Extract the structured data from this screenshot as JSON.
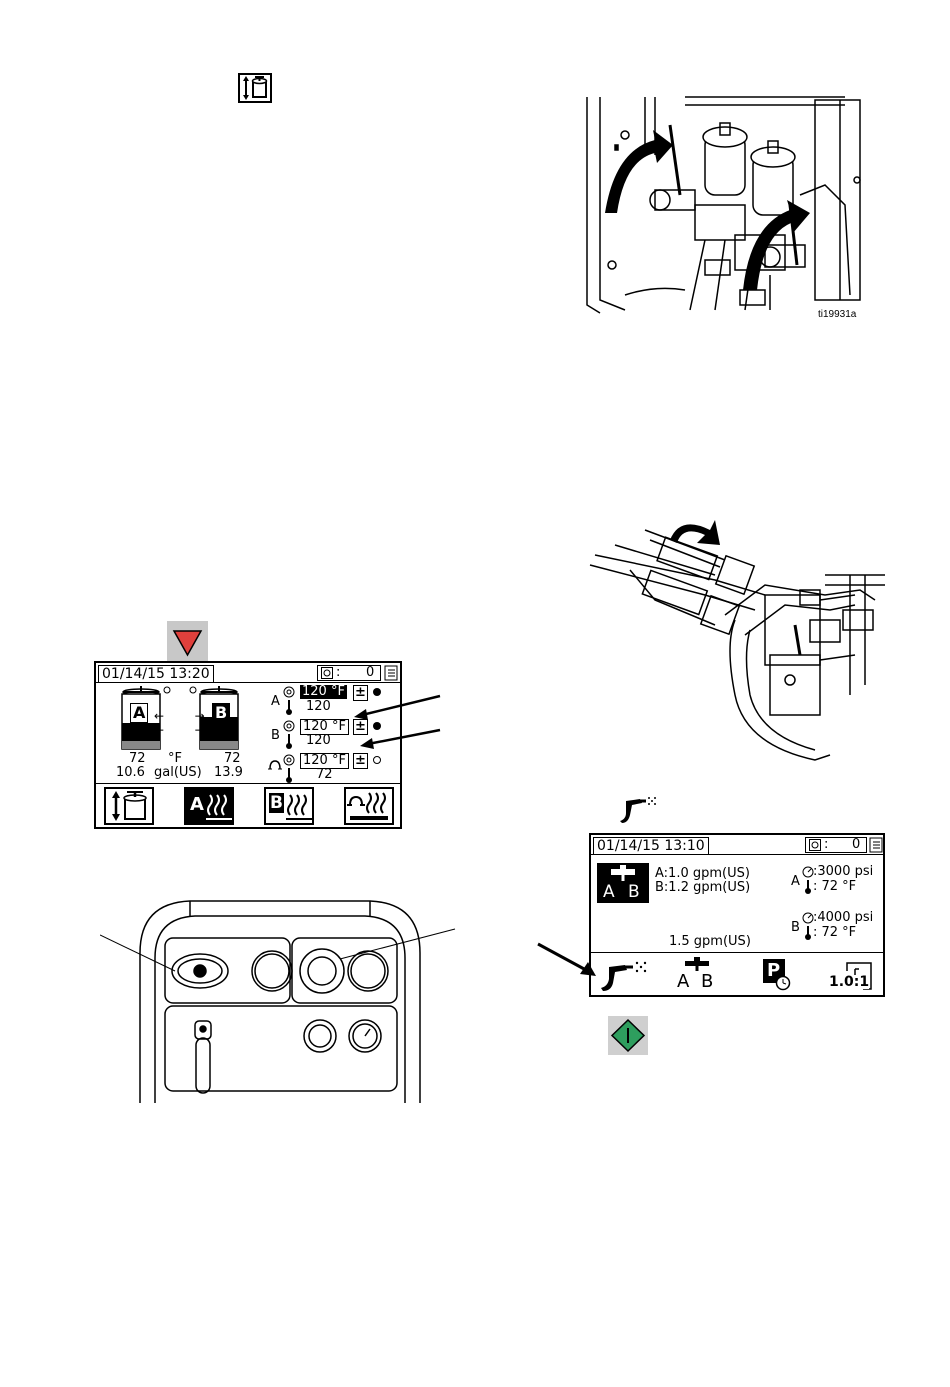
{
  "icons": {
    "top_drum_icon": "drum-pump-icon",
    "stop_key": "red-down-triangle-key",
    "start_key": "green-start-key",
    "spray_gun_icon": "spray-gun-icon"
  },
  "colors": {
    "stop_key_bg": "#c8c8c8",
    "stop_triangle": "#e0403c",
    "start_key_bg": "#cfcfcf",
    "start_diamond": "#2e9e5e"
  },
  "figure1": {
    "ref": "ti19931a"
  },
  "heat_screen": {
    "datetime": "01/14/15 13:20",
    "error_count": "0",
    "drum_a_label": "A",
    "drum_b_label": "B",
    "temp_a": "72",
    "temp_unit": "°F",
    "temp_b": "72",
    "vol_a": "10.6",
    "vol_unit": "gal(US)",
    "vol_b": "13.9",
    "zone_a_label": "A",
    "zone_a_setpoint": "120 °F",
    "zone_a_actual": "120",
    "zone_b_label": "B",
    "zone_b_setpoint": "120 °F",
    "zone_b_actual": "120",
    "hose_setpoint": "120 °F",
    "hose_actual": "72",
    "plusminus": "±",
    "softkeys": [
      "drum-pump-key",
      "heat-a-key",
      "heat-b-key",
      "heat-hose-key"
    ],
    "softkey_a": "A",
    "softkey_b": "B"
  },
  "spray_screen": {
    "datetime": "01/14/15 13:10",
    "error_count": "0",
    "flow_a": "A:1.0 gpm(US)",
    "flow_b": "B:1.2 gpm(US)",
    "press_a_label": "A",
    "press_a": ":3000 psi",
    "temp_a": ": 72 °F",
    "press_b_label": "B",
    "press_b": ":4000 psi",
    "temp_b": ": 72 °F",
    "total_flow": "1.5 gpm(US)",
    "ratio": "1.0:1",
    "mix_a": "A",
    "mix_b": "B",
    "mix_key_a": "A",
    "mix_key_b": "B",
    "park_label": "P"
  }
}
